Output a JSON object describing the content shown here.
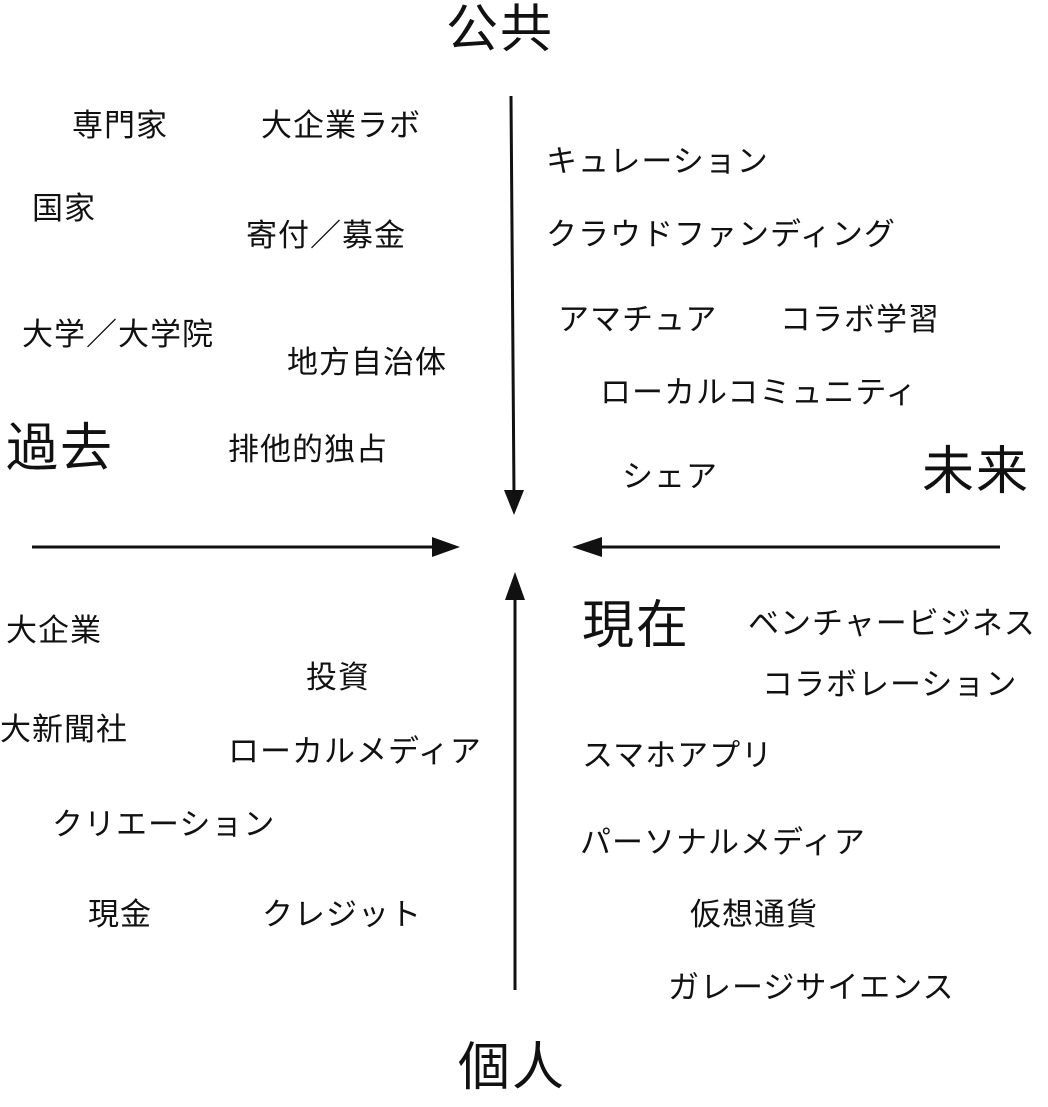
{
  "axes": {
    "top": "公共",
    "bottom": "個人",
    "left": "過去",
    "right": "未来",
    "center": "現在"
  },
  "quadrants": {
    "past_public": [
      "専門家",
      "大企業ラボ",
      "国家",
      "寄付／募金",
      "大学／大学院",
      "地方自治体",
      "排他的独占"
    ],
    "future_public": [
      "キュレーション",
      "クラウドファンディング",
      "アマチュア",
      "コラボ学習",
      "ローカルコミュニティ",
      "シェア"
    ],
    "past_individual": [
      "大企業",
      "投資",
      "大新聞社",
      "ローカルメディア",
      "クリエーション",
      "現金",
      "クレジット"
    ],
    "future_individual": [
      "ベンチャービジネス",
      "コラボレーション",
      "スマホアプリ",
      "パーソナルメディア",
      "仮想通貨",
      "ガレージサイエンス"
    ]
  }
}
